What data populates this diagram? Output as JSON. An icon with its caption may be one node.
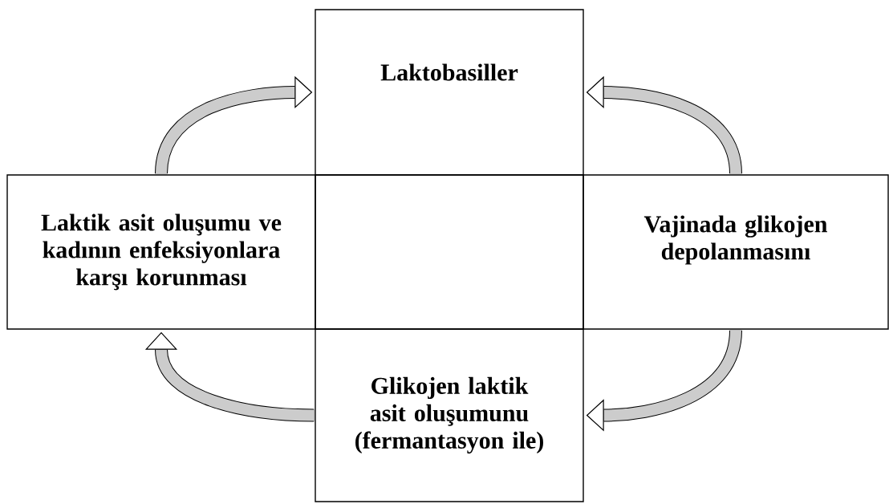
{
  "diagram": {
    "nodes": [
      {
        "text": [
          "Laktobasiller"
        ]
      },
      {
        "text": [
          "Laktik asit oluşumu ve kadının enfeksiyonlara karşı korunması"
        ]
      },
      {
        "text": [],
        "shape": "box"
      },
      {
        "text": [
          "Vajinada glikojen depolanmasını"
        ]
      },
      {
        "text": [
          "Glikojen laktik asit oluşumunu (fermantasyon ile)"
        ]
      }
    ],
    "edges": [
      {
        "from": 1,
        "to": 0,
        "arrow": "to"
      },
      {
        "from": 3,
        "to": 0,
        "arrow": "to"
      },
      {
        "from": 4,
        "to": 1,
        "arrow": "to"
      },
      {
        "from": 3,
        "to": 4,
        "arrow": "to"
      }
    ]
  }
}
